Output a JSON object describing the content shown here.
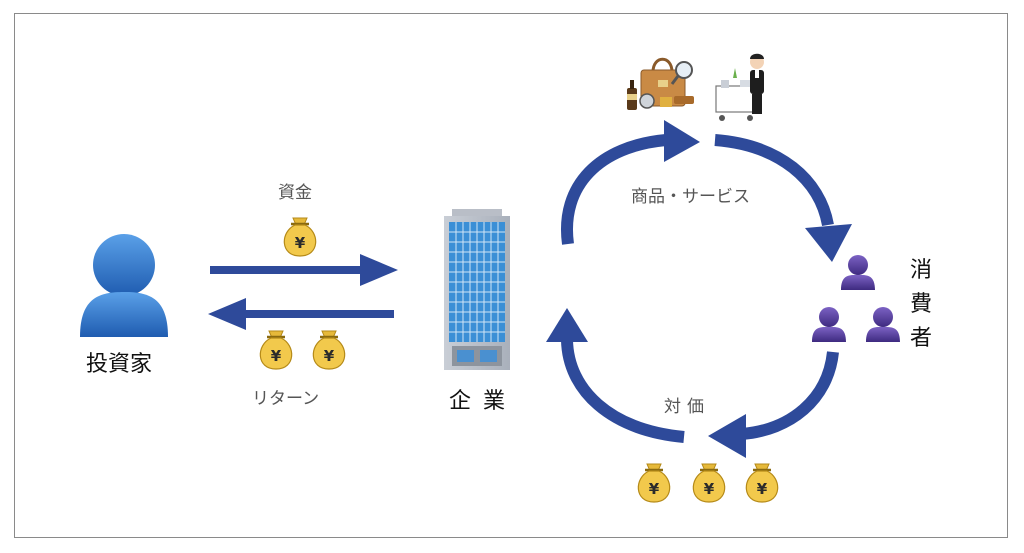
{
  "labels": {
    "funds": "資金",
    "return": "リターン",
    "goods_services": "商品・サービス",
    "price": "対価",
    "investor": "投資家",
    "company": "企業",
    "consumer": "消費者"
  },
  "colors": {
    "arrow": "#2e4a9a",
    "investor": "#2f73c8",
    "consumer": "#5a3f9a",
    "moneybag": "#f2c94c",
    "frame": "#8a8a8a"
  },
  "icons": {
    "investor": "person-icon",
    "company": "office-building-icon",
    "consumers": "people-group-icon",
    "money": "yen-moneybag-icon",
    "goods": "luxury-goods-icon",
    "service": "waiter-service-icon"
  }
}
